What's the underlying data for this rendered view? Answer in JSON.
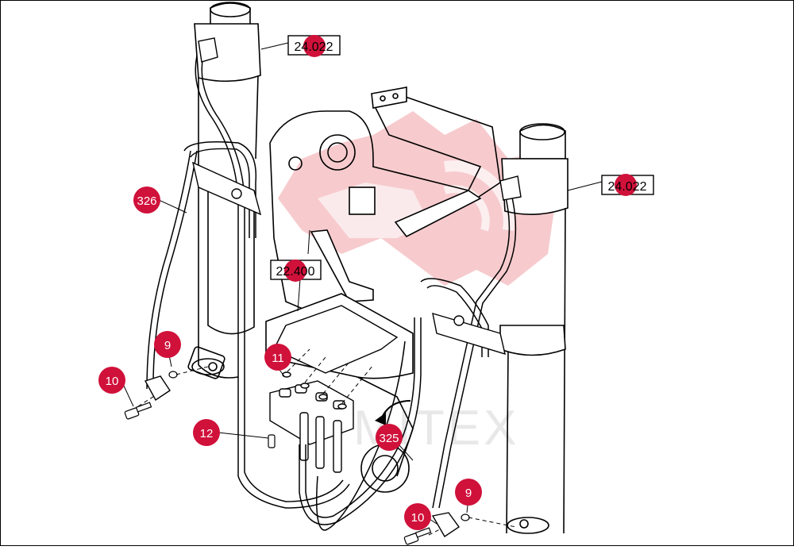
{
  "diagram": {
    "watermark_text": "MITEX",
    "callouts": [
      {
        "id": "326",
        "label": "326"
      },
      {
        "id": "9a",
        "label": "9"
      },
      {
        "id": "10a",
        "label": "10"
      },
      {
        "id": "11",
        "label": "11"
      },
      {
        "id": "12",
        "label": "12"
      },
      {
        "id": "325",
        "label": "325"
      },
      {
        "id": "9b",
        "label": "9"
      },
      {
        "id": "10b",
        "label": "10"
      }
    ],
    "references": [
      {
        "id": "ref-left",
        "label": "24.022"
      },
      {
        "id": "ref-right",
        "label": "24.022"
      },
      {
        "id": "ref-mid",
        "label": "22.400"
      }
    ],
    "colors": {
      "callout_fill": "#d0113a",
      "callout_text": "#ffffff",
      "watermark": "#f2a5ab",
      "line": "#000000"
    }
  }
}
